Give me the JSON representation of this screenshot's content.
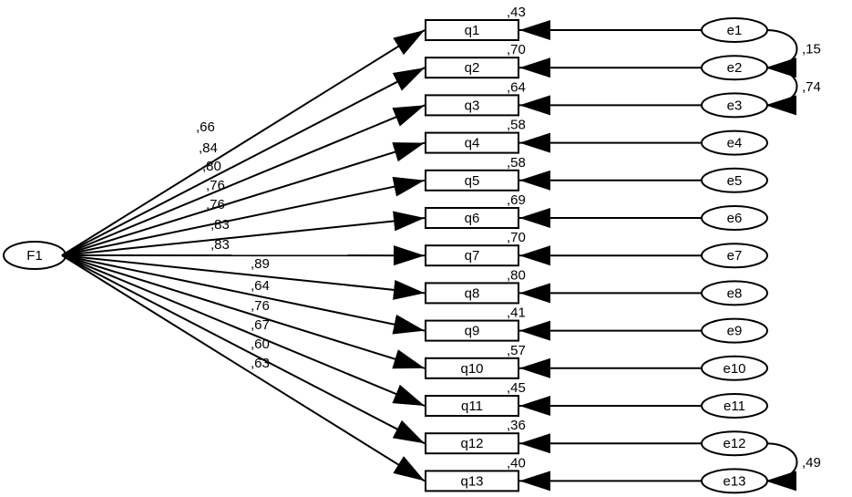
{
  "factor": {
    "label": "F1"
  },
  "items": [
    {
      "label": "q1",
      "error": "e1",
      "loading": ",66",
      "r2": ",43"
    },
    {
      "label": "q2",
      "error": "e2",
      "loading": ",84",
      "r2": ",70"
    },
    {
      "label": "q3",
      "error": "e3",
      "loading": ",80",
      "r2": ",64"
    },
    {
      "label": "q4",
      "error": "e4",
      "loading": ",76",
      "r2": ",58"
    },
    {
      "label": "q5",
      "error": "e5",
      "loading": ",76",
      "r2": ",58"
    },
    {
      "label": "q6",
      "error": "e6",
      "loading": ",83",
      "r2": ",69"
    },
    {
      "label": "q7",
      "error": "e7",
      "loading": ",83",
      "r2": ",70"
    },
    {
      "label": "q8",
      "error": "e8",
      "loading": ",89",
      "r2": ",80"
    },
    {
      "label": "q9",
      "error": "e9",
      "loading": ",64",
      "r2": ",41"
    },
    {
      "label": "q10",
      "error": "e10",
      "loading": ",76",
      "r2": ",57"
    },
    {
      "label": "q11",
      "error": "e11",
      "loading": ",67",
      "r2": ",45"
    },
    {
      "label": "q12",
      "error": "e12",
      "loading": ",60",
      "r2": ",36"
    },
    {
      "label": "q13",
      "error": "e13",
      "loading": ",63",
      "r2": ",40"
    }
  ],
  "covariances": [
    {
      "from": "e1",
      "to": "e2",
      "value": ",15"
    },
    {
      "from": "e2",
      "to": "e3",
      "value": ",74"
    },
    {
      "from": "e12",
      "to": "e13",
      "value": ",49"
    }
  ]
}
